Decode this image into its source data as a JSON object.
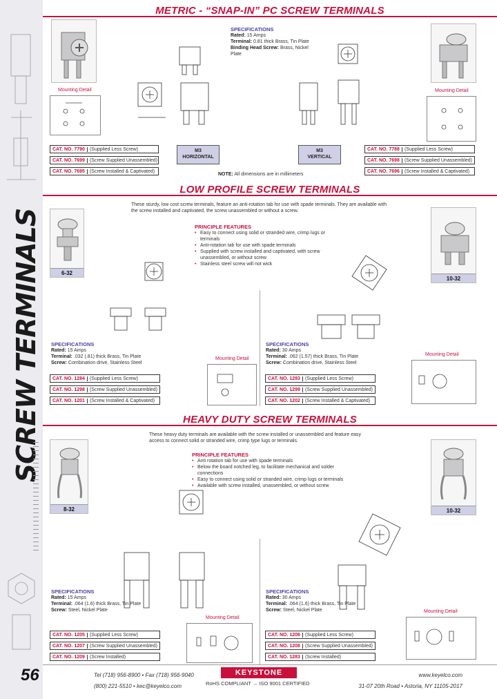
{
  "side": {
    "title": "SCREW TERMINALS"
  },
  "sec1": {
    "banner": "METRIC - “SNAP-IN” PC SCREW TERMINALS",
    "spec_title": "SPECIFICATIONS",
    "spec_rated_label": "Rated:",
    "spec_rated": "15 Amps",
    "spec_terminal_label": "Terminal:",
    "spec_terminal": "0.81 thick Brass, Tin Plate",
    "spec_screw_label": "Binding Head Screw:",
    "spec_screw": "Brass, Nickel Plate",
    "mount_left_title": "Mounting Detail",
    "mount_right_title": "Mounting Detail",
    "type_left": [
      "M3",
      "HORIZONTAL"
    ],
    "type_right": [
      "M3",
      "VERTICAL"
    ],
    "note_label": "NOTE:",
    "note": "All dimensions are in millimeters",
    "cats_left": [
      {
        "no": "CAT. NO. 7790",
        "desc": "(Supplied Less Screw)"
      },
      {
        "no": "CAT. NO. 7699",
        "desc": "(Screw Supplied Unassembled)"
      },
      {
        "no": "CAT. NO. 7695",
        "desc": "(Screw Installed & Captivated)"
      }
    ],
    "cats_right": [
      {
        "no": "CAT. NO. 7788",
        "desc": "(Supplied Less Screw)"
      },
      {
        "no": "CAT. NO. 7698",
        "desc": "(Screw Supplied Unassembled)"
      },
      {
        "no": "CAT. NO. 7696",
        "desc": "(Screw Installed & Captivated)"
      }
    ]
  },
  "sec2": {
    "banner": "LOW PROFILE SCREW TERMINALS",
    "intro": "These sturdy, low cost screw terminals, feature an anti-rotation tab for use with spade terminals. They are available with the screw installed and captivated, the screw unassembled or without a screw.",
    "pf_title": "PRINCIPLE FEATURES",
    "features": [
      "Easy to connect using solid or stranded wire, crimp lugs or terminals",
      "Anti-rotation tab for use with spade terminals",
      "Supplied with screw installed and captivated, with screw unassembled, or without screw",
      "Stainless steel screw will not wick"
    ],
    "photo_left": "6-32",
    "photo_right": "10-32",
    "left_spec": {
      "title": "SPECIFICATIONS",
      "rated_label": "Rated:",
      "rated": "15 Amps",
      "terminal_label": "Terminal:",
      "terminal": ".032 (.81) thick Brass, Tin Plate",
      "screw_label": "Screw:",
      "screw": "Combination drive, Stainless Steel"
    },
    "right_spec": {
      "title": "SPECIFICATIONS",
      "rated_label": "Rated:",
      "rated": "30 Amps",
      "terminal_label": "Terminal:",
      "terminal": ".062 (1.57) thick Brass, Tin Plate",
      "screw_label": "Screw:",
      "screw": "Combination drive, Stainless Steel"
    },
    "mount_left_title": "Mounting Detail",
    "mount_right_title": "Mounting Detail",
    "cats_left": [
      {
        "no": "CAT. NO. 1284",
        "desc": "(Supplied Less Screw)"
      },
      {
        "no": "CAT. NO. 1298",
        "desc": "(Screw Supplied Unassembled)"
      },
      {
        "no": "CAT. NO. 1201",
        "desc": "(Screw Installed & Captivated)"
      }
    ],
    "cats_right": [
      {
        "no": "CAT. NO. 1293",
        "desc": "(Supplied Less Screw)"
      },
      {
        "no": "CAT. NO. 1299",
        "desc": "(Screw Supplied Unassembled)"
      },
      {
        "no": "CAT. NO. 1202",
        "desc": "(Screw Installed & Captivated)"
      }
    ]
  },
  "sec3": {
    "banner": "HEAVY DUTY SCREW TERMINALS",
    "intro": "These heavy duty terminals are available with the screw installed or unassembled and feature easy access to connect solid or stranded wire, crimp type lugs or terminals.",
    "pf_title": "PRINCIPLE FEATURES",
    "features": [
      "Anti rotation tab for use with spade terminals",
      "Below the board notched leg, to facilitate mechanical and solder connections",
      "Easy to connect using solid or stranded wire, crimp lugs or terminals",
      "Available with screw installed, unassembled, or without screw"
    ],
    "photo_left": "8-32",
    "photo_right": "10-32",
    "left_spec": {
      "title": "SPECIFICATIONS",
      "rated_label": "Rated:",
      "rated": "15 Amps",
      "terminal_label": "Terminal:",
      "terminal": ".064 (1.6) thick Brass, Tin Plate",
      "screw_label": "Screw:",
      "screw": "Steel, Nickel Plate"
    },
    "right_spec": {
      "title": "SPECIFICATIONS",
      "rated_label": "Rated:",
      "rated": "30 Amps",
      "terminal_label": "Terminal:",
      "terminal": ".064 (1.6) thick Brass, Tin Plate",
      "screw_label": "Screw:",
      "screw": "Steel, Nickel Plate"
    },
    "mount_left_title": "Mounting Detail",
    "mount_right_title": "Mounting Detail",
    "cats_left": [
      {
        "no": "CAT. NO. 1205",
        "desc": "(Supplied Less Screw)"
      },
      {
        "no": "CAT. NO. 1207",
        "desc": "(Screw Supplied Unassembled)"
      },
      {
        "no": "CAT. NO. 1209",
        "desc": "(Screw Installed)"
      }
    ],
    "cats_right": [
      {
        "no": "CAT. NO. 1206",
        "desc": "(Supplied Less Screw)"
      },
      {
        "no": "CAT. NO. 1208",
        "desc": "(Screw Supplied Unassembled)"
      },
      {
        "no": "CAT. NO. 1283",
        "desc": "(Screw Installed)"
      }
    ]
  },
  "footer": {
    "page": "56",
    "tel": "Tel (718) 956-8900  •  Fax (718) 956-9040",
    "tel2": "(800) 221-5510  •  kec@keyelco.com",
    "logo": "KEYSTONE",
    "rohs": "RoHS COMPLIANT → ISO 9001 CERTIFIED",
    "web": "www.keyelco.com",
    "addr": "31-07 20th Road • Astoria, NY 11105-2017"
  }
}
